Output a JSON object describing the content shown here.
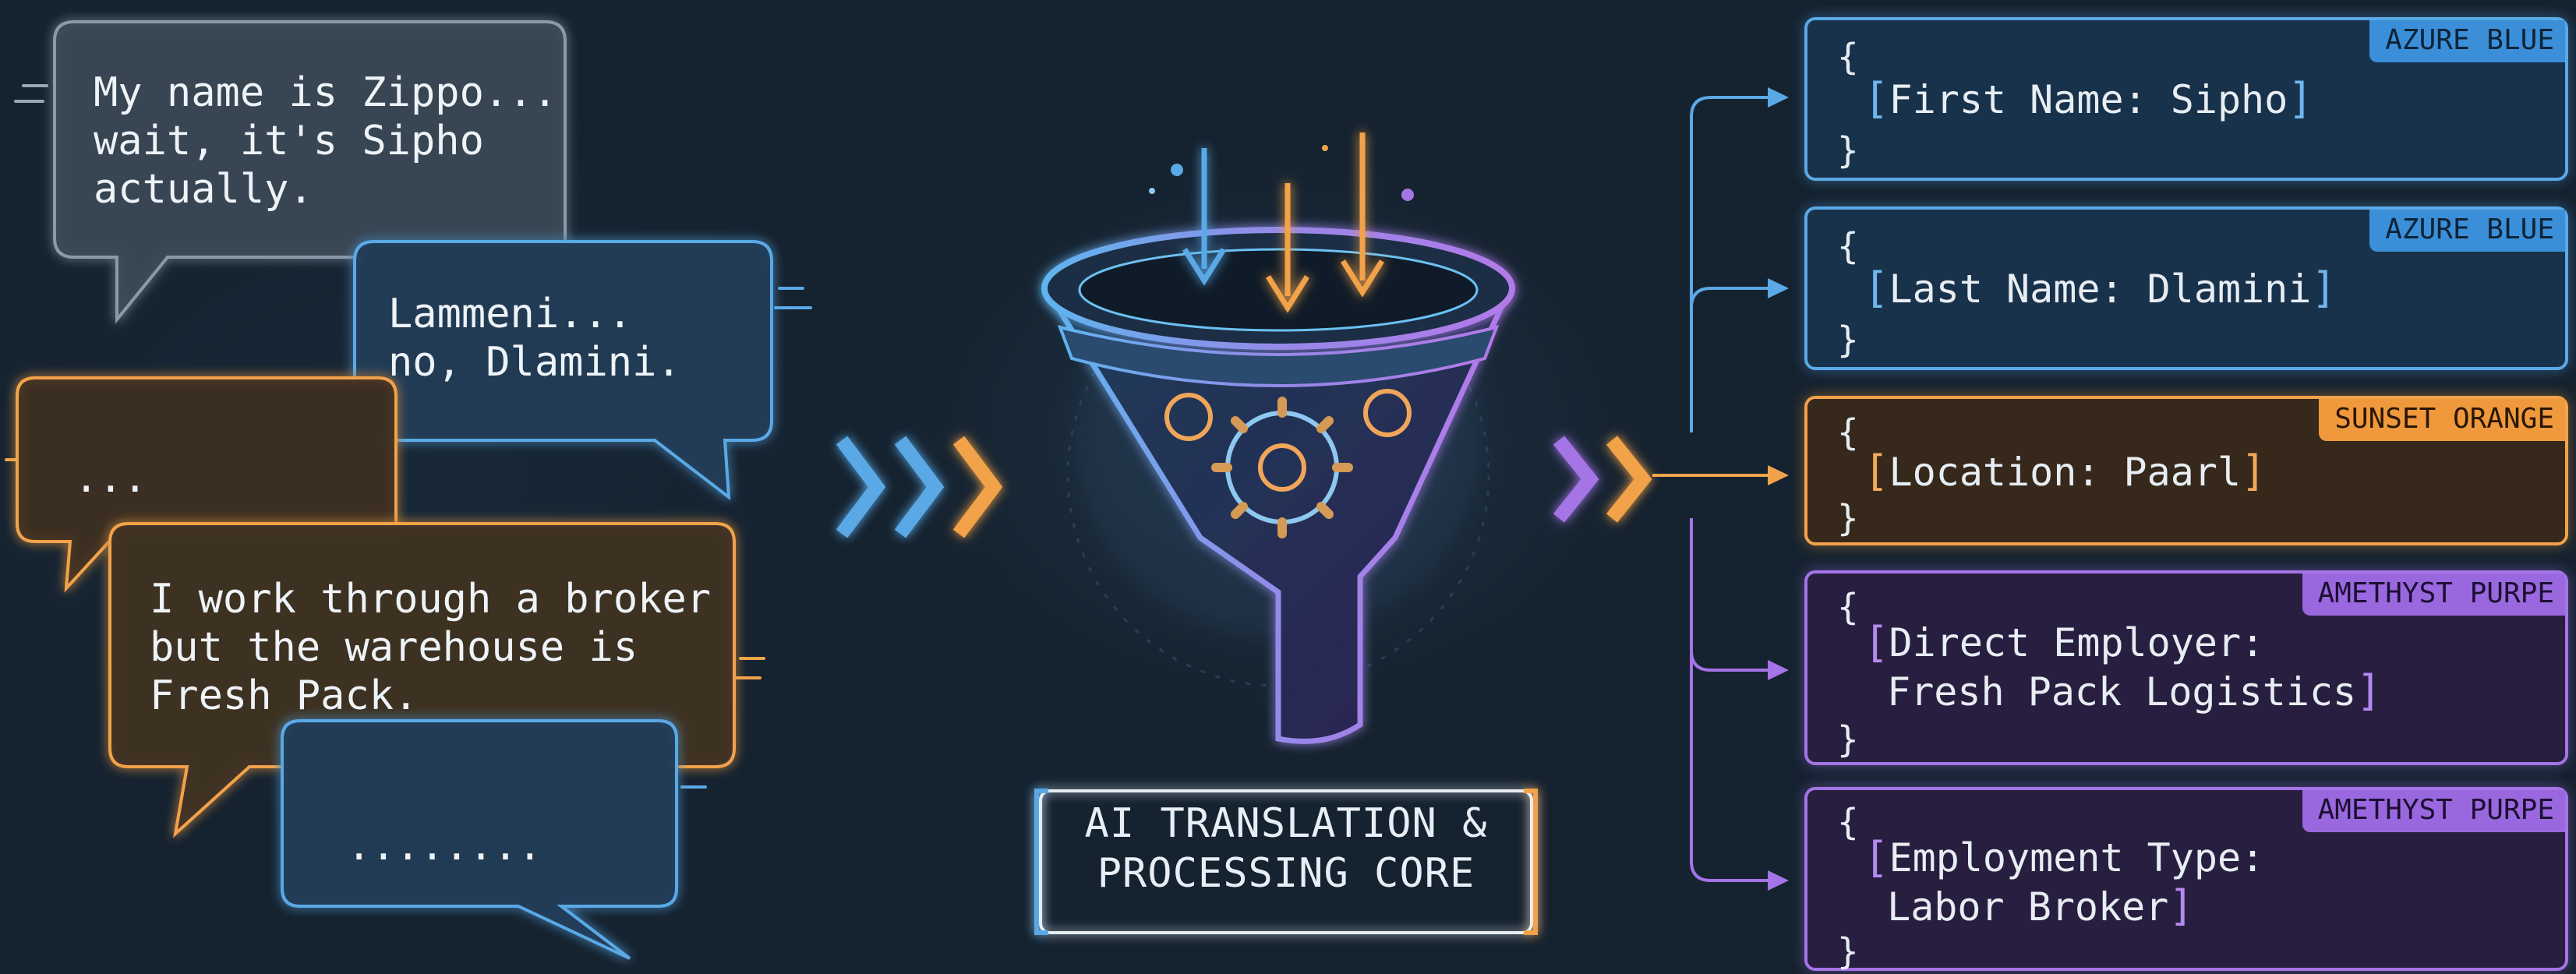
{
  "bubbles": [
    {
      "text": "My name is Zippo...\nwait, it's Sipho\nactually."
    },
    {
      "text": "Lammeni...\nno, Dlamini."
    },
    {
      "text": "..."
    },
    {
      "text": "I work through a broker\nbut the warehouse is\nFresh Pack."
    },
    {
      "text": "........"
    }
  ],
  "core": {
    "label": "AI TRANSLATION &\nPROCESSING CORE"
  },
  "cards": [
    {
      "tag": "AZURE BLUE",
      "open": "{",
      "field": "First Name: Sipho",
      "close": "}",
      "color": "#5aa9e6"
    },
    {
      "tag": "AZURE BLUE",
      "open": "{",
      "field": "Last Name: Dlamini",
      "close": "}",
      "color": "#5aa9e6"
    },
    {
      "tag": "SUNSET ORANGE",
      "open": "{",
      "field": "Location: Paarl",
      "close": "}",
      "color": "#f2a24a"
    },
    {
      "tag": "AMETHYST PURPE",
      "open": "{",
      "field": "Direct Employer:\n Fresh Pack Logistics",
      "close": "}",
      "color": "#a574e6"
    },
    {
      "tag": "AMETHYST PURPE",
      "open": "{",
      "field": "Employment Type:\n Labor Broker",
      "close": "}",
      "color": "#a574e6"
    }
  ],
  "colors": {
    "background": "#15222f",
    "blue": "#5aa9e6",
    "orange": "#f2a24a",
    "purple": "#a574e6"
  }
}
